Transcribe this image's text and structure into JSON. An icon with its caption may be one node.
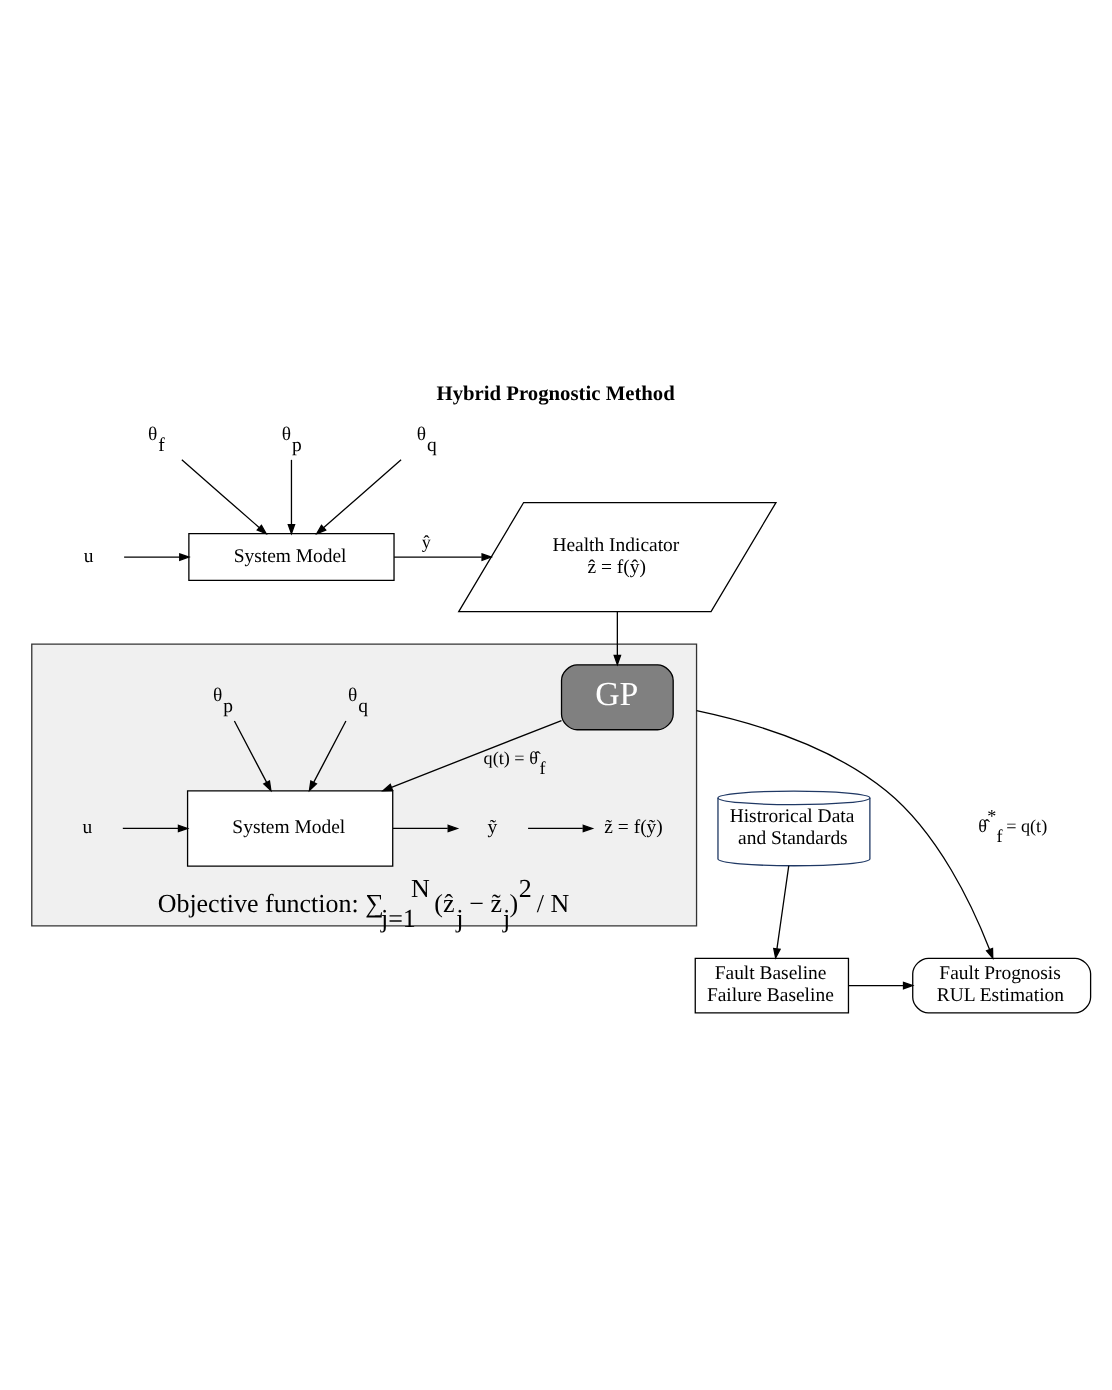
{
  "diagram": {
    "title": "Hybrid Prognostic Method",
    "nodes": [
      {
        "text": [
          "u"
        ]
      },
      {
        "text": [
          "θ$_{f}$"
        ]
      },
      {
        "text": [
          "θ$_{p}$"
        ]
      },
      {
        "text": [
          "θ$_{q}$"
        ]
      },
      {
        "text": [
          "System Model"
        ]
      },
      {
        "text": [
          "Health Indicator",
          "ẑ = f(ŷ)"
        ]
      },
      {
        "text": [
          "Objective function: ∑$_{j=1}$$^{N}$ (ẑ$_{j}$ − z̃$_{j}$)$^{2}$ / N"
        ]
      },
      {
        "text": [
          "GP"
        ],
        "in": 6
      },
      {
        "text": [
          "θ$_{p}$"
        ],
        "in": 6
      },
      {
        "text": [
          "θ$_{q}$"
        ],
        "in": 6
      },
      {
        "text": [
          "u"
        ],
        "in": 6
      },
      {
        "text": [
          "System Model"
        ],
        "in": 6
      },
      {
        "text": [
          "ỹ"
        ],
        "in": 6
      },
      {
        "text": [
          "z̃ = f(ỹ)"
        ],
        "in": 6
      },
      {
        "text": [
          "Fault Baseline Failure Baseline"
        ]
      },
      {
        "text": [
          "Fault Prognosis RUL Estimation"
        ]
      },
      {
        "text": [
          "Histrorical Data and Standards"
        ]
      }
    ],
    "edges": [
      {
        "from": 0,
        "to": 4,
        "arrow": "to"
      },
      {
        "from": 1,
        "to": 4,
        "arrow": "to"
      },
      {
        "from": 2,
        "to": 4,
        "arrow": "to"
      },
      {
        "from": 3,
        "to": 4,
        "arrow": "to"
      },
      {
        "from": 4,
        "to": 5,
        "arrow": "to",
        "label": "ŷ"
      },
      {
        "from": 5,
        "to": 7,
        "arrow": "to"
      },
      {
        "from": 7,
        "to": 11,
        "arrow": "to",
        "label": "q(t) = θ̂$_{f}$"
      },
      {
        "from": 8,
        "to": 11,
        "arrow": "to"
      },
      {
        "from": 9,
        "to": 11,
        "arrow": "to"
      },
      {
        "from": 10,
        "to": 11,
        "arrow": "to"
      },
      {
        "from": 11,
        "to": 12,
        "arrow": "to"
      },
      {
        "from": 12,
        "to": 13,
        "arrow": "to"
      },
      {
        "from": 6,
        "to": 15,
        "arrow": "to",
        "label": "θ̂$^{*}$$_{f}$ = q(t)"
      },
      {
        "from": 14,
        "to": 15,
        "arrow": "to"
      },
      {
        "from": 16,
        "to": 14,
        "arrow": "to"
      }
    ]
  }
}
